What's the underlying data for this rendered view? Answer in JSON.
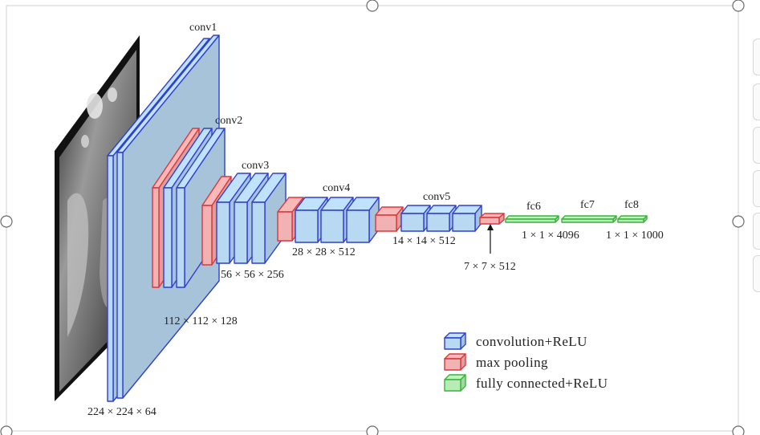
{
  "layers": {
    "conv1": "conv1",
    "conv2": "conv2",
    "conv3": "conv3",
    "conv4": "conv4",
    "conv5": "conv5",
    "fc6": "fc6",
    "fc7": "fc7",
    "fc8": "fc8"
  },
  "dims": {
    "d224": "224 × 224 × 64",
    "d112": "112 × 112 × 128",
    "d56": "56 × 56 × 256",
    "d28": "28 × 28 × 512",
    "d14": "14 × 14 × 512",
    "d7": "7 × 7 × 512",
    "d4096": "1 × 1 × 4096",
    "d1000": "1 × 1 × 1000"
  },
  "legend": {
    "conv": "convolution+ReLU",
    "pool": "max pooling",
    "fc": "fully connected+ReLU"
  },
  "colors": {
    "conv_fill": "#b9d9f2",
    "conv_stroke": "#2f3fd0",
    "pool_fill": "#f0b2b2",
    "pool_stroke": "#d9383c",
    "fc_fill": "#b7ecb7",
    "fc_stroke": "#3cb13c"
  }
}
